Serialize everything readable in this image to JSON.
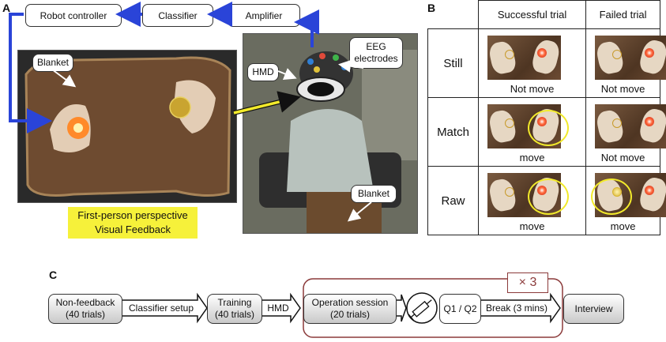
{
  "panels": {
    "a": "A",
    "b": "B",
    "c": "C"
  },
  "pipeline": {
    "robot_controller": "Robot controller",
    "classifier": "Classifier",
    "amplifier": "Amplifier"
  },
  "photo_a": {
    "blanket_callout": "Blanket",
    "feedback_line1": "First-person perspective",
    "feedback_line2": "Visual Feedback"
  },
  "photo_subject": {
    "hmd_callout": "HMD",
    "eeg_line1": "EEG",
    "eeg_line2": "electrodes",
    "blanket_callout": "Blanket"
  },
  "table_b": {
    "columns": [
      "Successful trial",
      "Failed trial"
    ],
    "rows": [
      {
        "label": "Still",
        "cells": [
          {
            "text": "Not move",
            "highlight": "none"
          },
          {
            "text": "Not move",
            "highlight": "none"
          }
        ]
      },
      {
        "label": "Match",
        "cells": [
          {
            "text": "move",
            "highlight": "right"
          },
          {
            "text": "Not move",
            "highlight": "none"
          }
        ]
      },
      {
        "label": "Raw",
        "cells": [
          {
            "text": "move",
            "highlight": "right"
          },
          {
            "text": "move",
            "highlight": "left"
          }
        ]
      }
    ]
  },
  "flow_c": {
    "repeat": "× 3",
    "nonfeedback_line1": "Non-feedback",
    "nonfeedback_line2": "(40 trials)",
    "classifier_setup": "Classifier setup",
    "training_line1": "Training",
    "training_line2": "(40 trials)",
    "hmd": "HMD",
    "operation_line1": "Operation session",
    "operation_line2": "(20 trials)",
    "questionnaire": "Q1 / Q2",
    "break": "Break (3 mins)",
    "interview": "Interview"
  }
}
